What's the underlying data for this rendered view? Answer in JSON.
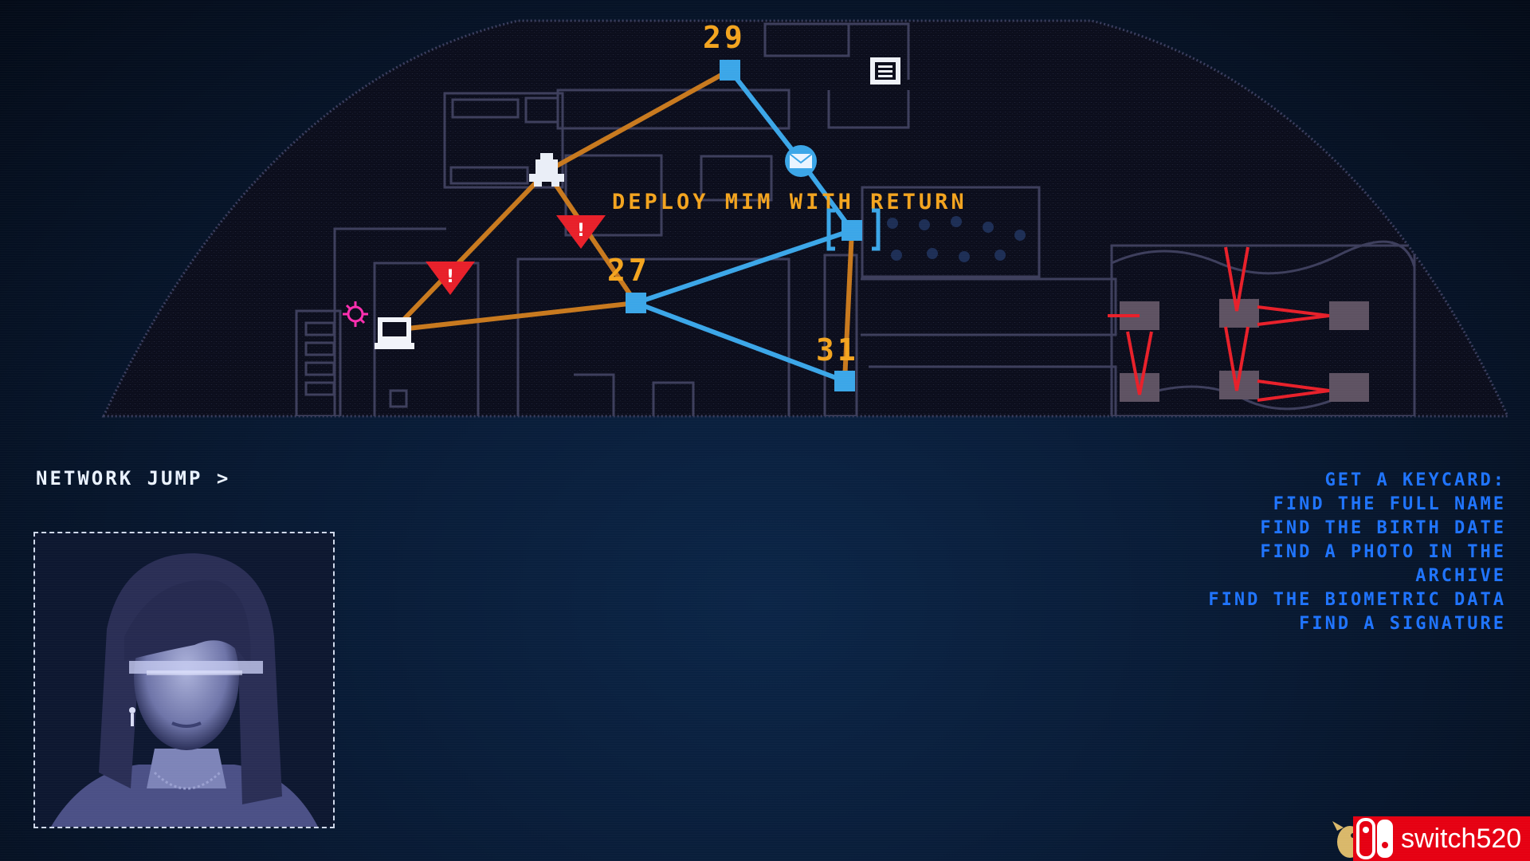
{
  "map": {
    "nodes": [
      {
        "label": "29",
        "name": "node-29"
      },
      {
        "label": "27",
        "name": "node-27"
      },
      {
        "label": "31",
        "name": "node-31"
      }
    ],
    "hint": "DEPLOY MIM WITH RETURN",
    "colors": {
      "orange_link": "#c8791e",
      "blue_link": "#3ba6e8",
      "node_label": "#f3a41f",
      "alert": "#e8202a",
      "wall": "#3d3e5c"
    }
  },
  "hud": {
    "network_jump": "NETWORK JUMP >"
  },
  "objectives": {
    "lines": [
      "GET A KEYCARD:",
      "FIND THE FULL NAME",
      "FIND THE BIRTH DATE",
      "FIND A PHOTO IN THE",
      "ARCHIVE",
      "FIND THE BIOMETRIC DATA",
      "FIND A SIGNATURE"
    ],
    "color": "#1f74ff"
  },
  "watermark": {
    "text": "switch520"
  }
}
